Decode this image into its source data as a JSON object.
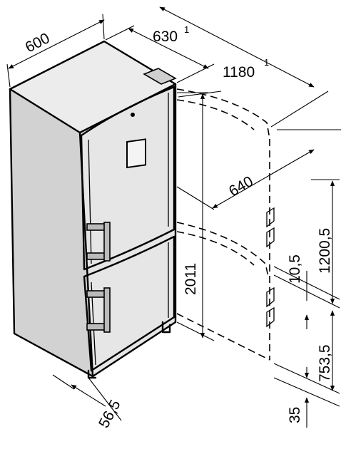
{
  "dimensions": {
    "width": "600",
    "depth": "630",
    "depth_footnote": "1",
    "door_open_depth": "1180",
    "door_open_footnote": "1",
    "niche_depth": "640",
    "height": "2011",
    "upper_section": "1200,5",
    "gap": "10,5",
    "lower_section": "753,5",
    "plinth": "35",
    "door_offset": "56,5"
  }
}
